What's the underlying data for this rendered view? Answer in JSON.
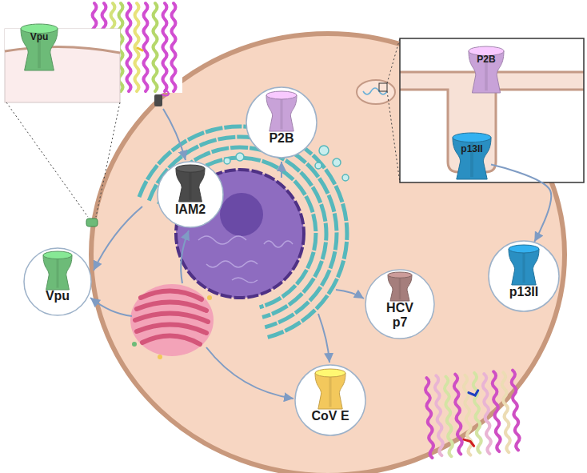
{
  "diagram": {
    "nodes": [
      {
        "text": [
          "Vpu"
        ]
      },
      {
        "text": [
          "P2B"
        ]
      },
      {
        "text": [
          "P2B"
        ]
      },
      {
        "text": [
          "p13II"
        ]
      },
      {
        "text": [
          "IAM2"
        ]
      },
      {
        "text": [
          "Vpu"
        ]
      },
      {
        "text": [
          "HCV p7"
        ]
      },
      {
        "text": [
          "p13II"
        ]
      },
      {
        "text": [
          "CoV E"
        ]
      }
    ],
    "edges": [
      {
        "from": 3,
        "to": 7,
        "arrow": "to"
      }
    ]
  }
}
